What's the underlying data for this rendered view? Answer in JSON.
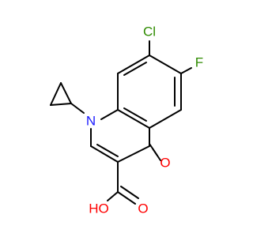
{
  "molecule": {
    "colors": {
      "bond": "#000000",
      "carbon": "#000000",
      "N": "#1a1aff",
      "O": "#ff0000",
      "F": "#2e8b00",
      "Cl": "#2e8b00"
    },
    "labels": {
      "cl": "Cl",
      "f": "F",
      "n": "N",
      "o_keto": "O",
      "oh": "HO",
      "o_acid": "O"
    }
  }
}
